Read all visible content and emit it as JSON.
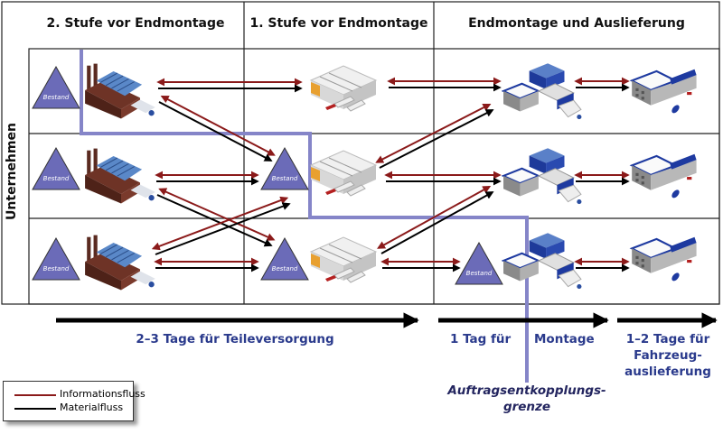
{
  "headers": {
    "col1": "2. Stufe vor Endmontage",
    "col2": "1. Stufe vor Endmontage",
    "col3": "Endmontage und Auslieferung"
  },
  "row_axis_label": "Unternehmen",
  "bestand_label": "Bestand",
  "timeline": {
    "parts_supply": "2–3 Tage für Teileversorgung",
    "assembly_left": "1 Tag für",
    "assembly_right": "Montage",
    "delivery_line1": "1–2 Tage für",
    "delivery_line2": "Fahrzeug-",
    "delivery_line3": "auslieferung"
  },
  "decoupling_point": {
    "line1": "Auftragsentkopplungs-",
    "line2": "grenze"
  },
  "legend": {
    "info_flow": "Informationsfluss",
    "material_flow": "Materialfluss"
  },
  "colors": {
    "info_flow": "#8b1a1a",
    "material_flow": "#000000",
    "decoupling_line": "#8585c8",
    "inventory": "#6b6bb8",
    "text_blue": "#2a3a8c"
  }
}
